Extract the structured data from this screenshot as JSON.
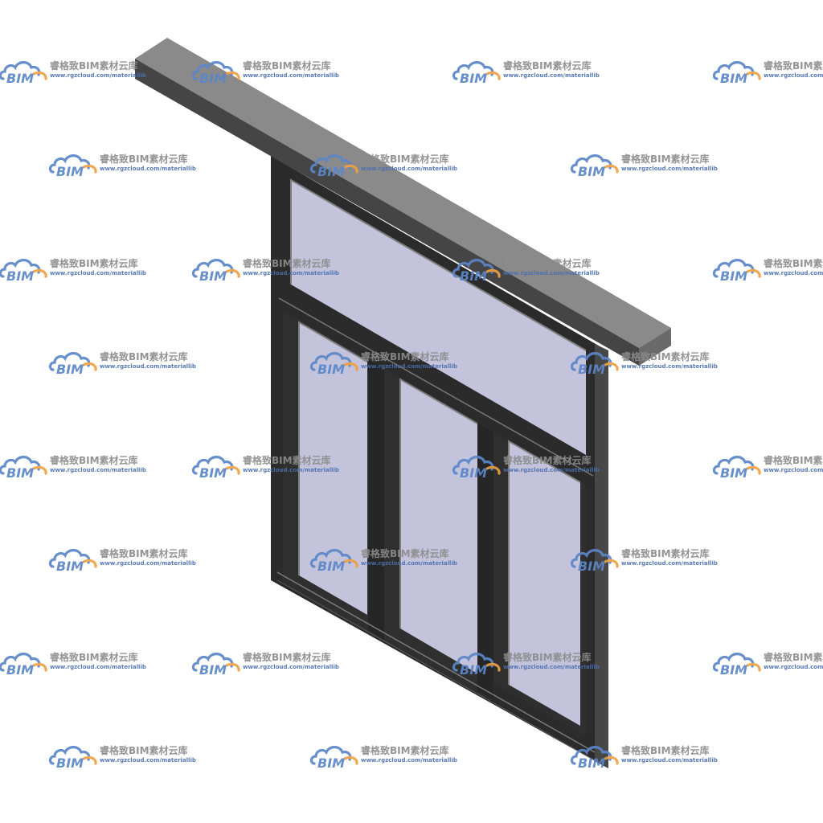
{
  "watermark": {
    "logo_text": "BIM",
    "title": "睿格致BIM素材云库",
    "url": "www.rgzcloud.com/materiallib",
    "colors": {
      "cloud_blue": "#5b86c8",
      "cloud_orange": "#f0a040",
      "title_gray": "#8c8c8c",
      "url_blue": "#4a6fae"
    }
  },
  "model": {
    "subject": "window-with-transom",
    "colors": {
      "frame_dark": "#2b2b2b",
      "frame_edge": "#6e6e6e",
      "glass": "#c3c3db",
      "lintel_top": "#8a8a8a",
      "lintel_front": "#4a4a4a",
      "background": "#ffffff"
    }
  }
}
